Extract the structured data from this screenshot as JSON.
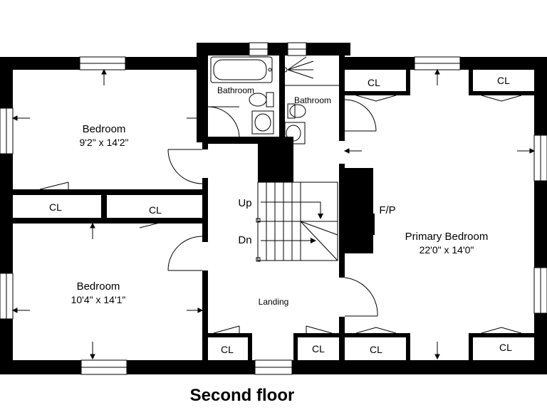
{
  "title": "Second floor",
  "rooms": {
    "bedroom1": {
      "name": "Bedroom",
      "dims": "9'2\" x 14'2\""
    },
    "bedroom2": {
      "name": "Bedroom",
      "dims": "10'4\" x 14'1\""
    },
    "primary": {
      "name": "Primary Bedroom",
      "dims": "22'0\" x 14'0\""
    },
    "bath_left": "Bathroom",
    "bath_right": "Bathroom",
    "landing": "Landing",
    "fireplace": "F/P",
    "stairs_up": "Up",
    "stairs_down": "Dn"
  },
  "closet_label": "CL"
}
